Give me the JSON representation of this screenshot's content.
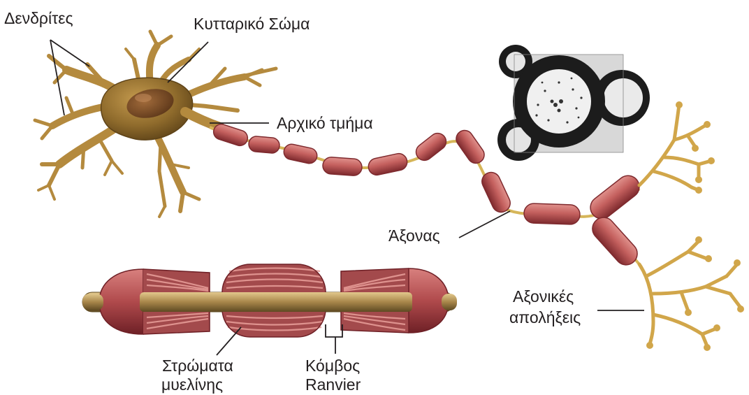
{
  "labels": {
    "dendrites": "Δενδρίτες",
    "cell_body": "Κυτταρικό Σώμα",
    "initial_segment": "Αρχικό τμήμα",
    "axon": "Άξονας",
    "axon_terminals": [
      "Αξονικές",
      "απολήξεις"
    ],
    "myelin_layers": [
      "Στρώματα",
      "μυελίνης"
    ],
    "node_of_ranvier": [
      "Κόμβος",
      "Ranvier"
    ]
  },
  "colors": {
    "soma": "#8a6a2a",
    "dendrite": "#b48a3e",
    "myelin": "#c4605e",
    "myelin_dark": "#8e3236",
    "axon_core": "#a8864a",
    "terminal": "#d1a64a",
    "micrograph_ring": "#1c1c1c"
  }
}
